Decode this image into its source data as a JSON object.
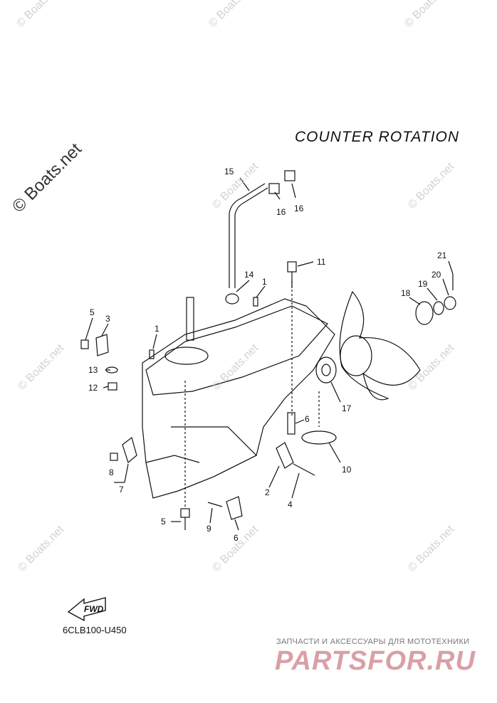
{
  "title": "COUNTER ROTATION",
  "diagram_code": "6CLB100-U450",
  "fwd_label": "FWD",
  "watermark_small": "© Boats.net",
  "watermark_big": "© Boats.net",
  "footer": {
    "tagline": "ЗАПЧАСТИ И АКСЕССУАРЫ ДЛЯ МОТОТЕХНИКИ",
    "logo": "PARTSFOR.RU"
  },
  "callouts": [
    "15",
    "16",
    "16",
    "11",
    "14",
    "1",
    "1",
    "21",
    "20",
    "19",
    "18",
    "5",
    "3",
    "13",
    "12",
    "17",
    "6",
    "10",
    "8",
    "7",
    "2",
    "4",
    "5",
    "9",
    "6"
  ]
}
